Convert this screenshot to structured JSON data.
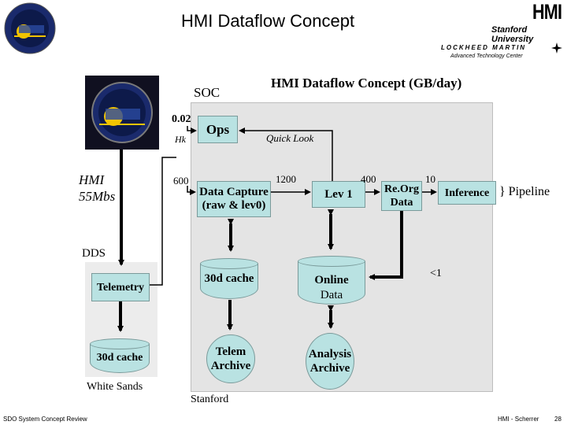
{
  "header": {
    "title": "HMI Dataflow Concept",
    "brand": "HMI",
    "university": "Stanford University",
    "partner": "LOCKHEED MARTIN",
    "partner_center": "Advanced Technology Center"
  },
  "diagram": {
    "title": "HMI Dataflow Concept (GB/day)",
    "soc_label": "SOC",
    "nodes": {
      "ops": "Ops",
      "data_capture_line1": "Data Capture",
      "data_capture_line2": "(raw & lev0)",
      "lev1": "Lev 1",
      "reorg_line1": "Re.Org",
      "reorg_line2": "Data",
      "inference": "Inference",
      "telemetry": "Telemetry",
      "cache_30d_stanford": "30d cache",
      "online_line1": "Online",
      "online_line2": "Data",
      "cache_30d_ws": "30d cache",
      "telem_archive_line1": "Telem",
      "telem_archive_line2": "Archive",
      "analysis_archive_line1": "Analysis",
      "analysis_archive_line2": "Archive"
    },
    "labels": {
      "rate_002": "0.02",
      "hk": "Hk",
      "quick_look": "Quick Look",
      "rate_600": "600",
      "rate_1200": "1200",
      "rate_400": "400",
      "rate_10": "10",
      "lt1": "<1",
      "pipeline": "} Pipeline",
      "hmi_line1": "HMI",
      "hmi_line2": "55Mbs",
      "dds": "DDS",
      "white_sands": "White Sands",
      "stanford": "Stanford"
    }
  },
  "footer": {
    "left": "SDO System Concept Review",
    "right": "HMI - Scherrer",
    "page": "28"
  },
  "colors": {
    "node_fill": "#b9e2e2",
    "region_fill": "#e4e4e4"
  }
}
